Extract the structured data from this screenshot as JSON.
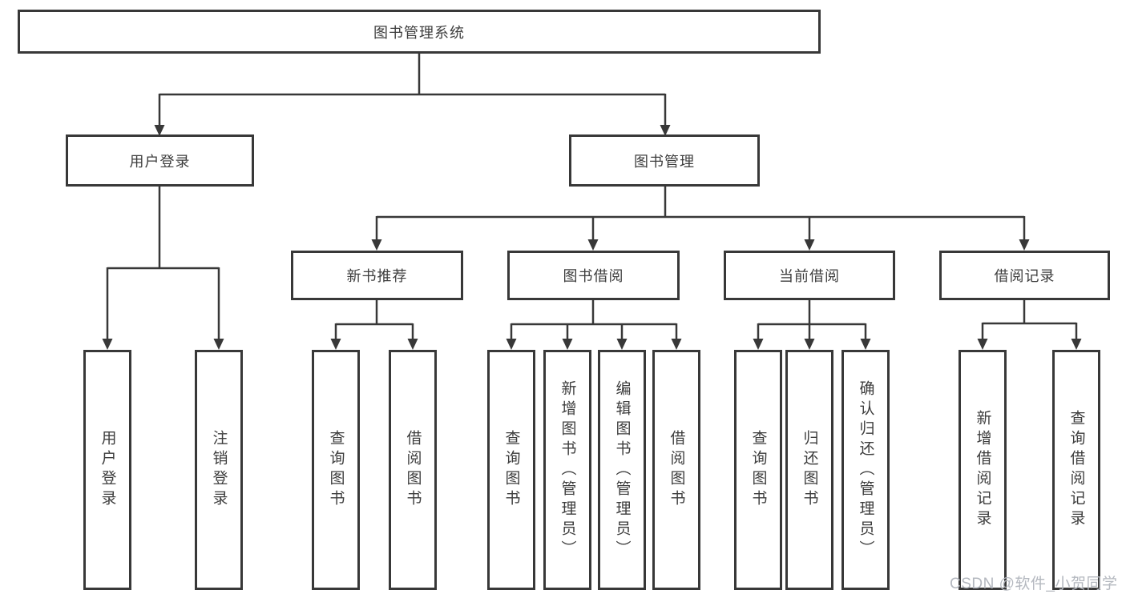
{
  "colors": {
    "line": "#383838",
    "box_border": "#383838",
    "text": "#3d3d3d",
    "background": "#ffffff",
    "watermark": "#b4b8bf"
  },
  "watermark": {
    "text": "CSDN @软件_小贺同学"
  },
  "tree": {
    "root": {
      "label": "图书管理系统"
    },
    "branches": [
      {
        "label": "用户登录",
        "children": [
          {
            "label": "用户登录"
          },
          {
            "label": "注销登录"
          }
        ]
      },
      {
        "label": "图书管理",
        "children": [
          {
            "label": "新书推荐",
            "children": [
              {
                "label": "查询图书"
              },
              {
                "label": "借阅图书"
              }
            ]
          },
          {
            "label": "图书借阅",
            "children": [
              {
                "label": "查询图书"
              },
              {
                "label": "新增图书（管理员）"
              },
              {
                "label": "编辑图书（管理员）"
              },
              {
                "label": "借阅图书"
              }
            ]
          },
          {
            "label": "当前借阅",
            "children": [
              {
                "label": "查询图书"
              },
              {
                "label": "归还图书"
              },
              {
                "label": "确认归还（管理员）"
              }
            ]
          },
          {
            "label": "借阅记录",
            "children": [
              {
                "label": "新增借阅记录"
              },
              {
                "label": "查询借阅记录"
              }
            ]
          }
        ]
      }
    ]
  }
}
